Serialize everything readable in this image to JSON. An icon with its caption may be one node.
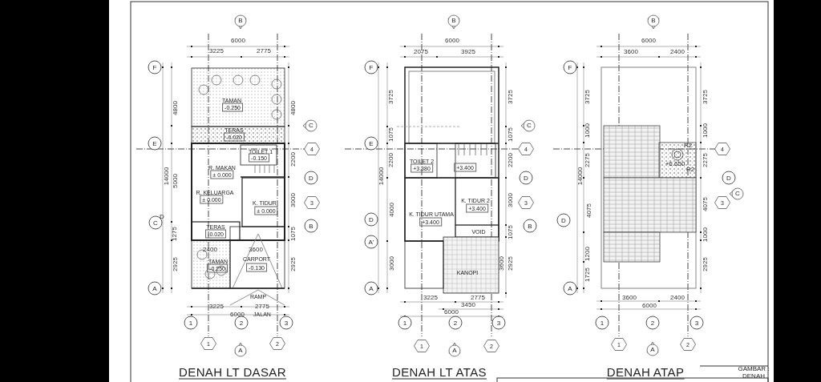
{
  "diagram": {
    "labels": [
      "B",
      "6000",
      "3225",
      "2775",
      "F",
      "4800",
      "TAMAN",
      "-0.250",
      "4800",
      "C",
      "TERAS",
      "-0.020",
      "E",
      "TOILET 1",
      "-0.150",
      "4",
      "2200",
      "R. MAKAN",
      "± 0.000",
      "14000",
      "5000",
      "D",
      "R. KELUARGA",
      "± 0.000",
      "K. TIDUR",
      "± 0.000",
      "3000",
      "3",
      "C",
      "D",
      "TERAS",
      "-0.020",
      "B",
      "1275",
      "1075",
      "2400",
      "3600",
      "TAMAN",
      "-0.250",
      "CARPORT",
      "-0.130",
      "2925",
      "2925",
      "A",
      "RAMP",
      "3225",
      "2775",
      "6000",
      "JALAN",
      "1",
      "2",
      "3",
      "1",
      "2",
      "A",
      "DENAH LT DASAR",
      "B",
      "6000",
      "2075",
      "3925",
      "F",
      "3725",
      "3725",
      "C",
      "1075",
      "1075",
      "E",
      "4",
      "TOILET 2",
      "+3.380",
      "+3.400",
      "2200",
      "2200",
      "14000",
      "D",
      "K. TIDUR 2",
      "+3.400",
      "3000",
      "3",
      "4000",
      "D",
      "K. TIDUR UTAMA",
      "+3.400",
      "B",
      "VOID",
      "1075",
      "A'",
      "3000",
      "3600",
      "2925",
      "KANOPI",
      "A",
      "3225",
      "2775",
      "3450",
      "6000",
      "1",
      "2",
      "3",
      "1",
      "2",
      "A",
      "DENAH LT ATAS",
      "B",
      "6000",
      "3600",
      "2400",
      "F",
      "3725",
      "3725",
      "1000",
      "1000",
      "R2",
      "4",
      "2275",
      "2275",
      "+6.650",
      "R2",
      "14000",
      "D",
      "C",
      "4075",
      "4075",
      "3",
      "D",
      "1000",
      "1200",
      "2925",
      "1725",
      "A",
      "3600",
      "2400",
      "6000",
      "1",
      "2",
      "3",
      "1",
      "2",
      "A",
      "DENAH ATAP",
      "GAMBAR :",
      "DENAH"
    ]
  }
}
